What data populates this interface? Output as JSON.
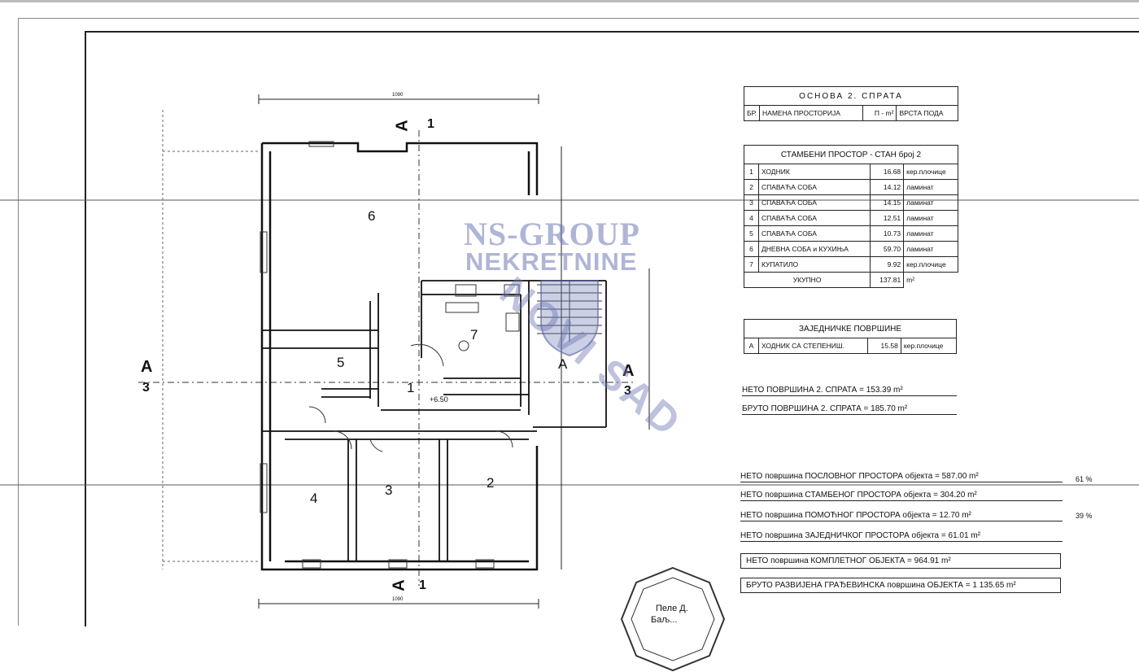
{
  "plan": {
    "rooms": [
      {
        "id": "1",
        "label": "1"
      },
      {
        "id": "2",
        "label": "2"
      },
      {
        "id": "3",
        "label": "3"
      },
      {
        "id": "4",
        "label": "4"
      },
      {
        "id": "5",
        "label": "5"
      },
      {
        "id": "6",
        "label": "6"
      },
      {
        "id": "7",
        "label": "7"
      },
      {
        "id": "A",
        "label": "A"
      }
    ],
    "sections": {
      "a_left": "A",
      "a_left_num": "3",
      "a_right": "A",
      "a_right_num": "3",
      "a_top": "A",
      "a_top_num": "1",
      "a_bottom": "A",
      "a_bottom_num": "1"
    },
    "level_mark": "+6.50",
    "dim_top": "1090",
    "dim_bottom": "1090"
  },
  "floor_table": {
    "title": "ОСНОВА 2. СПРАТА",
    "col_no": "БР.",
    "col_name": "НАМЕНА ПРОСТОРИЈА",
    "col_area": "П - m²",
    "col_floor": "ВРСТА ПОДА"
  },
  "apartment_table": {
    "title": "СТАМБЕНИ ПРОСТОР - СТАН број 2",
    "rows": [
      {
        "no": "1",
        "name": "ХОДНИК",
        "area": "16.68",
        "floor": "кер.плочице"
      },
      {
        "no": "2",
        "name": "СПАВАЋА СОБА",
        "area": "14.12",
        "floor": "ламинат"
      },
      {
        "no": "3",
        "name": "СПАВАЋА СОБА",
        "area": "14.15",
        "floor": "ламинат"
      },
      {
        "no": "4",
        "name": "СПАВАЋА СОБА",
        "area": "12.51",
        "floor": "ламинат"
      },
      {
        "no": "5",
        "name": "СПАВАЋА СОБА",
        "area": "10.73",
        "floor": "ламинат"
      },
      {
        "no": "6",
        "name": "ДНЕВНА СОБА и КУХИЊА",
        "area": "59.70",
        "floor": "ламинат"
      },
      {
        "no": "7",
        "name": "КУПАТИЛО",
        "area": "9.92",
        "floor": "кер.плочице"
      }
    ],
    "total_label": "УКУПНО",
    "total_value": "137.81",
    "total_unit": "m²"
  },
  "common_table": {
    "title": "ЗАЈЕДНИЧКЕ ПОВРШИНЕ",
    "rows": [
      {
        "no": "A",
        "name": "ХОДНИК СА СТЕПЕНИШ.",
        "area": "15.58",
        "floor": "кер.плочице"
      }
    ]
  },
  "floor_summary": {
    "net": "НЕТО ПОВРШИНА 2. СПРАТА      = 153.39 m²",
    "gross": "БРУТО ПОВРШИНА 2. СПРАТА      = 185.70 m²"
  },
  "object_summary": {
    "business": "НЕТО површина ПОСЛОВНОГ ПРОСТОРА објекта   = 587.00 m²",
    "business_pct": "61 %",
    "residential": "НЕТО површина СТАМБЕНОГ ПРОСТОРА објекта   = 304.20 m²",
    "auxiliary": "НЕТО површина ПОМОЋНОГ ПРОСТОРА објекта   = 12.70 m²",
    "aux_pct": "39 %",
    "common": "НЕТО површина ЗАЈЕДНИЧКОГ ПРОСТОРА објекта  = 61.01 m²",
    "complete": "НЕТО површина КОМПЛЕТНОГ ОБЈЕКТА          = 964.91 m²",
    "gross_total": "БРУТО РАЗВИЈЕНА ГРАЂЕВИНСКА површина ОБЈЕКТА = 1 135.65 m²"
  },
  "watermark": {
    "line1": "NS-GROUP",
    "line2": "NEKRETNINE",
    "line3": "NOVI SAD"
  },
  "stamp": {
    "text1": "Пеле Д.",
    "text2": "Баљ..."
  }
}
